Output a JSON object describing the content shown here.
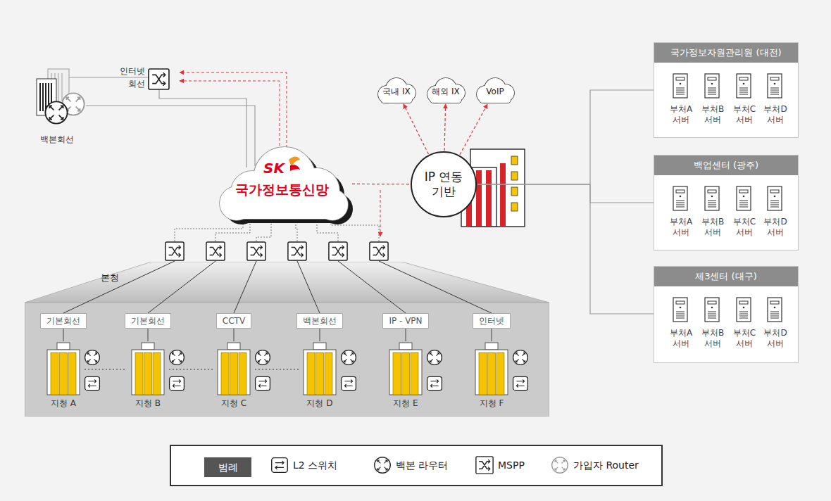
{
  "diagram": {
    "nodes": [
      {
        "text": [
          "SK",
          "국가정보통신망"
        ]
      },
      {
        "text": [
          "국내 IX"
        ]
      },
      {
        "text": [
          "해외 IX"
        ]
      },
      {
        "text": [
          "VoIP"
        ]
      },
      {
        "text": [
          "IP 연동기반"
        ]
      },
      {
        "text": [
          "국가정보자원관리원 (대전)"
        ]
      },
      {
        "text": [
          "부처A 서버"
        ],
        "in": 5
      },
      {
        "text": [
          "부처B 서버"
        ],
        "in": 5
      },
      {
        "text": [
          "부처C 서버"
        ],
        "in": 5
      },
      {
        "text": [
          "부처D 서버"
        ],
        "in": 5
      },
      {
        "text": [
          "백업센터 (광주)"
        ]
      },
      {
        "text": [
          "부처A 서버"
        ],
        "in": 10
      },
      {
        "text": [
          "부처B 서버"
        ],
        "in": 10
      },
      {
        "text": [
          "부처C 서버"
        ],
        "in": 10
      },
      {
        "text": [
          "부처D 서버"
        ],
        "in": 10
      },
      {
        "text": [
          "제3센터 (대구)"
        ]
      },
      {
        "text": [
          "부처A 서버"
        ],
        "in": 15
      },
      {
        "text": [
          "부처B 서버"
        ],
        "in": 15
      },
      {
        "text": [
          "부처C 서버"
        ],
        "in": 15
      },
      {
        "text": [
          "부처D 서버"
        ],
        "in": 15
      },
      {
        "text": [
          "본청"
        ]
      },
      {
        "text": [
          "기본회선"
        ],
        "in": 20
      },
      {
        "text": [
          "지청 A"
        ],
        "in": 20
      },
      {
        "text": [
          "기본회선"
        ],
        "in": 20
      },
      {
        "text": [
          "지청 B"
        ],
        "in": 20
      },
      {
        "text": [
          "CCTV"
        ],
        "in": 20
      },
      {
        "text": [
          "지청 C"
        ],
        "in": 20
      },
      {
        "text": [
          "백본회선"
        ],
        "in": 20
      },
      {
        "text": [
          "지청 D"
        ],
        "in": 20
      },
      {
        "text": [
          "IP - VPN"
        ],
        "in": 20
      },
      {
        "text": [
          "지청 E"
        ],
        "in": 20
      },
      {
        "text": [
          "인터넷"
        ],
        "in": 20
      },
      {
        "text": [
          "지청 F"
        ],
        "in": 20
      }
    ],
    "edges": [
      {
        "from": 0,
        "to": 4,
        "arrow": "none"
      },
      {
        "from": 4,
        "to": 1,
        "arrow": "to"
      },
      {
        "from": 4,
        "to": 2,
        "arrow": "to"
      },
      {
        "from": 4,
        "to": 3,
        "arrow": "to"
      },
      {
        "from": 4,
        "to": 5,
        "arrow": "none"
      },
      {
        "from": 4,
        "to": 10,
        "arrow": "none"
      },
      {
        "from": 4,
        "to": 15,
        "arrow": "none"
      },
      {
        "from": 22,
        "to": 24,
        "arrow": "none"
      },
      {
        "from": 24,
        "to": 26,
        "arrow": "none"
      },
      {
        "from": 26,
        "to": 28,
        "arrow": "none"
      },
      {
        "from": 21,
        "to": 22,
        "arrow": "none"
      },
      {
        "from": 23,
        "to": 24,
        "arrow": "none"
      },
      {
        "from": 25,
        "to": 26,
        "arrow": "none"
      },
      {
        "from": 27,
        "to": 28,
        "arrow": "none"
      },
      {
        "from": 29,
        "to": 30,
        "arrow": "none"
      },
      {
        "from": 31,
        "to": 32,
        "arrow": "none"
      }
    ],
    "labels": [
      "인터넷 회선",
      "백본회선",
      "범례"
    ],
    "legend": [
      {
        "text": "L2 스위치"
      },
      {
        "text": "백본 라우터"
      },
      {
        "text": "MSPP"
      },
      {
        "text": "가입자 Router"
      }
    ]
  }
}
